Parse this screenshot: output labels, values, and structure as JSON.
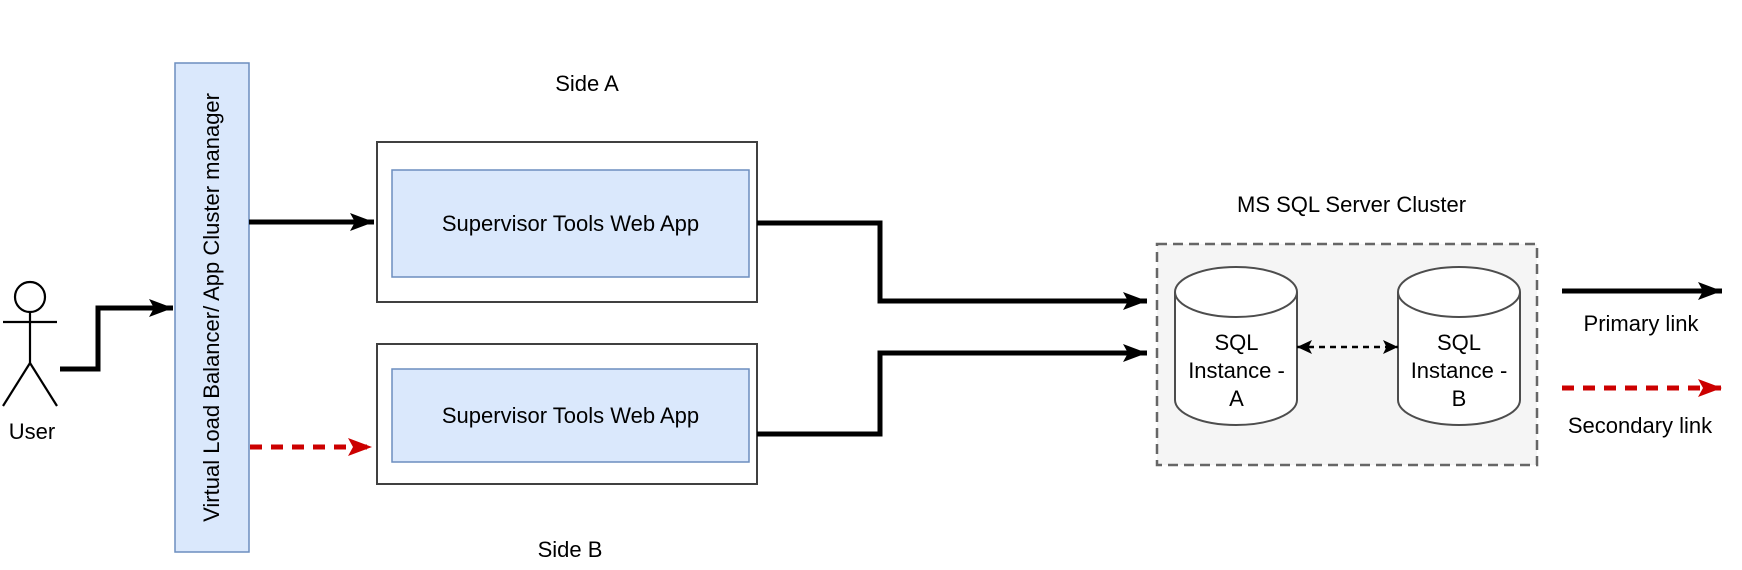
{
  "diagram": {
    "actor": {
      "label": "User"
    },
    "load_balancer": {
      "label": "Virtual Load Balancer/ App Cluster manager"
    },
    "side_a": {
      "caption": "Side A",
      "app": "Supervisor Tools Web App"
    },
    "side_b": {
      "caption": "Side B",
      "app": "Supervisor Tools Web App"
    },
    "sql_cluster": {
      "title": "MS SQL Server Cluster",
      "instance_a": {
        "line1": "SQL",
        "line2": "Instance -",
        "line3": "A"
      },
      "instance_b": {
        "line1": "SQL",
        "line2": "Instance -",
        "line3": "B"
      }
    },
    "legend": {
      "primary_label": "Primary link",
      "secondary_label": "Secondary link"
    },
    "colors": {
      "primary_link": "#000000",
      "secondary_link": "#cc0000",
      "node_fill": "#dae8fc",
      "node_border": "#6c8ebf",
      "cluster_fill": "#f5f5f5",
      "cluster_border": "#666666",
      "outer_box_border": "#404040",
      "cylinder_border": "#4d4d4d"
    }
  }
}
